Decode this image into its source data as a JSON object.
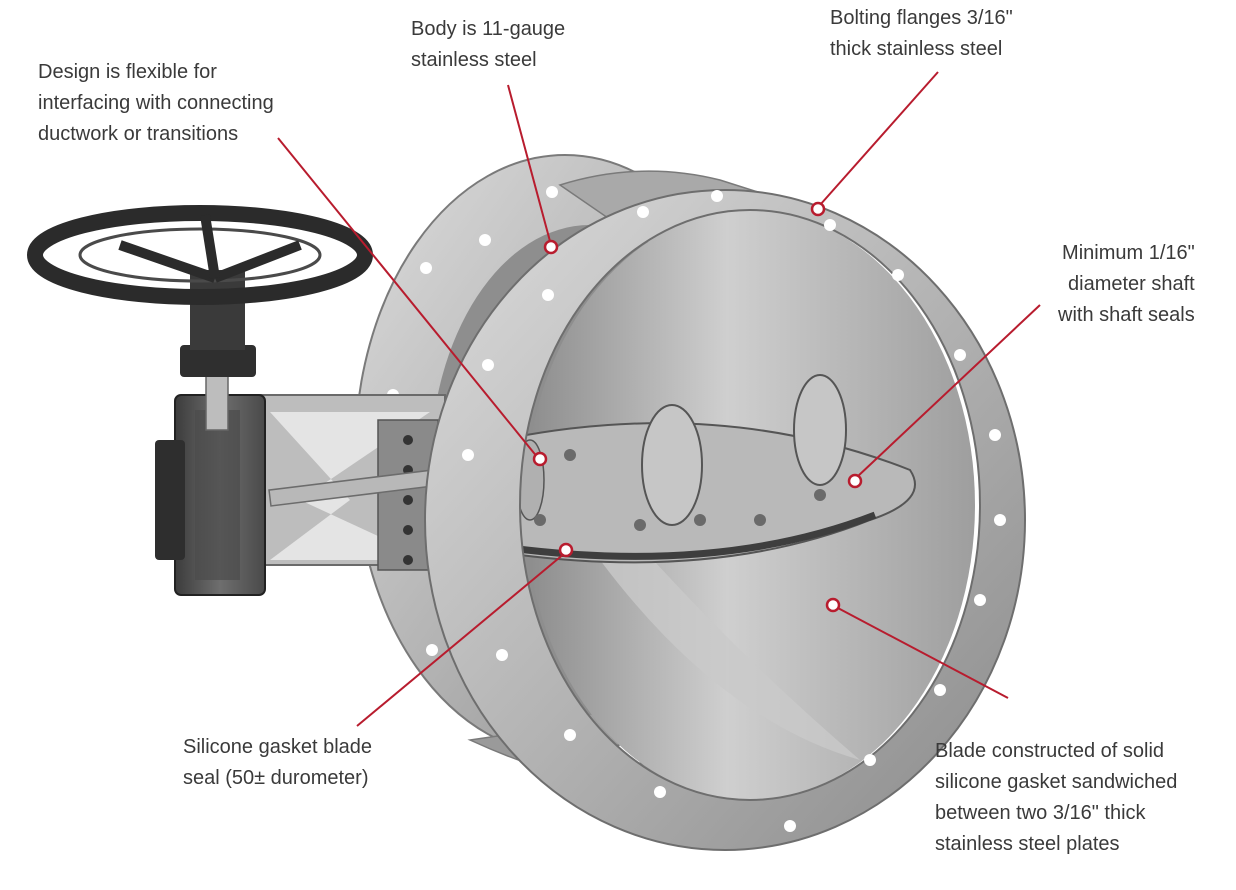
{
  "colors": {
    "leader": "#b81c2e",
    "text": "#3a3a3a",
    "steel_light": "#c4c4c4",
    "steel_mid": "#9a9a9a",
    "steel_dark": "#5a5a5a",
    "handwheel": "#333333"
  },
  "callouts": {
    "design": {
      "lines": [
        "Design is flexible for",
        "interfacing with connecting",
        "ductwork or transitions"
      ]
    },
    "body": {
      "lines": [
        "Body is 11-gauge",
        "stainless steel"
      ]
    },
    "bolting": {
      "lines": [
        "Bolting flanges 3/16\"",
        "thick stainless steel"
      ]
    },
    "shaft": {
      "lines": [
        "Minimum 1/16\"",
        "diameter shaft",
        "with shaft seals"
      ]
    },
    "gasket": {
      "lines": [
        "Silicone gasket blade",
        "seal (50± durometer)"
      ]
    },
    "blade": {
      "lines": [
        "Blade constructed of solid",
        "silicone gasket sandwiched",
        "between two 3/16\" thick",
        "stainless steel plates"
      ]
    }
  }
}
